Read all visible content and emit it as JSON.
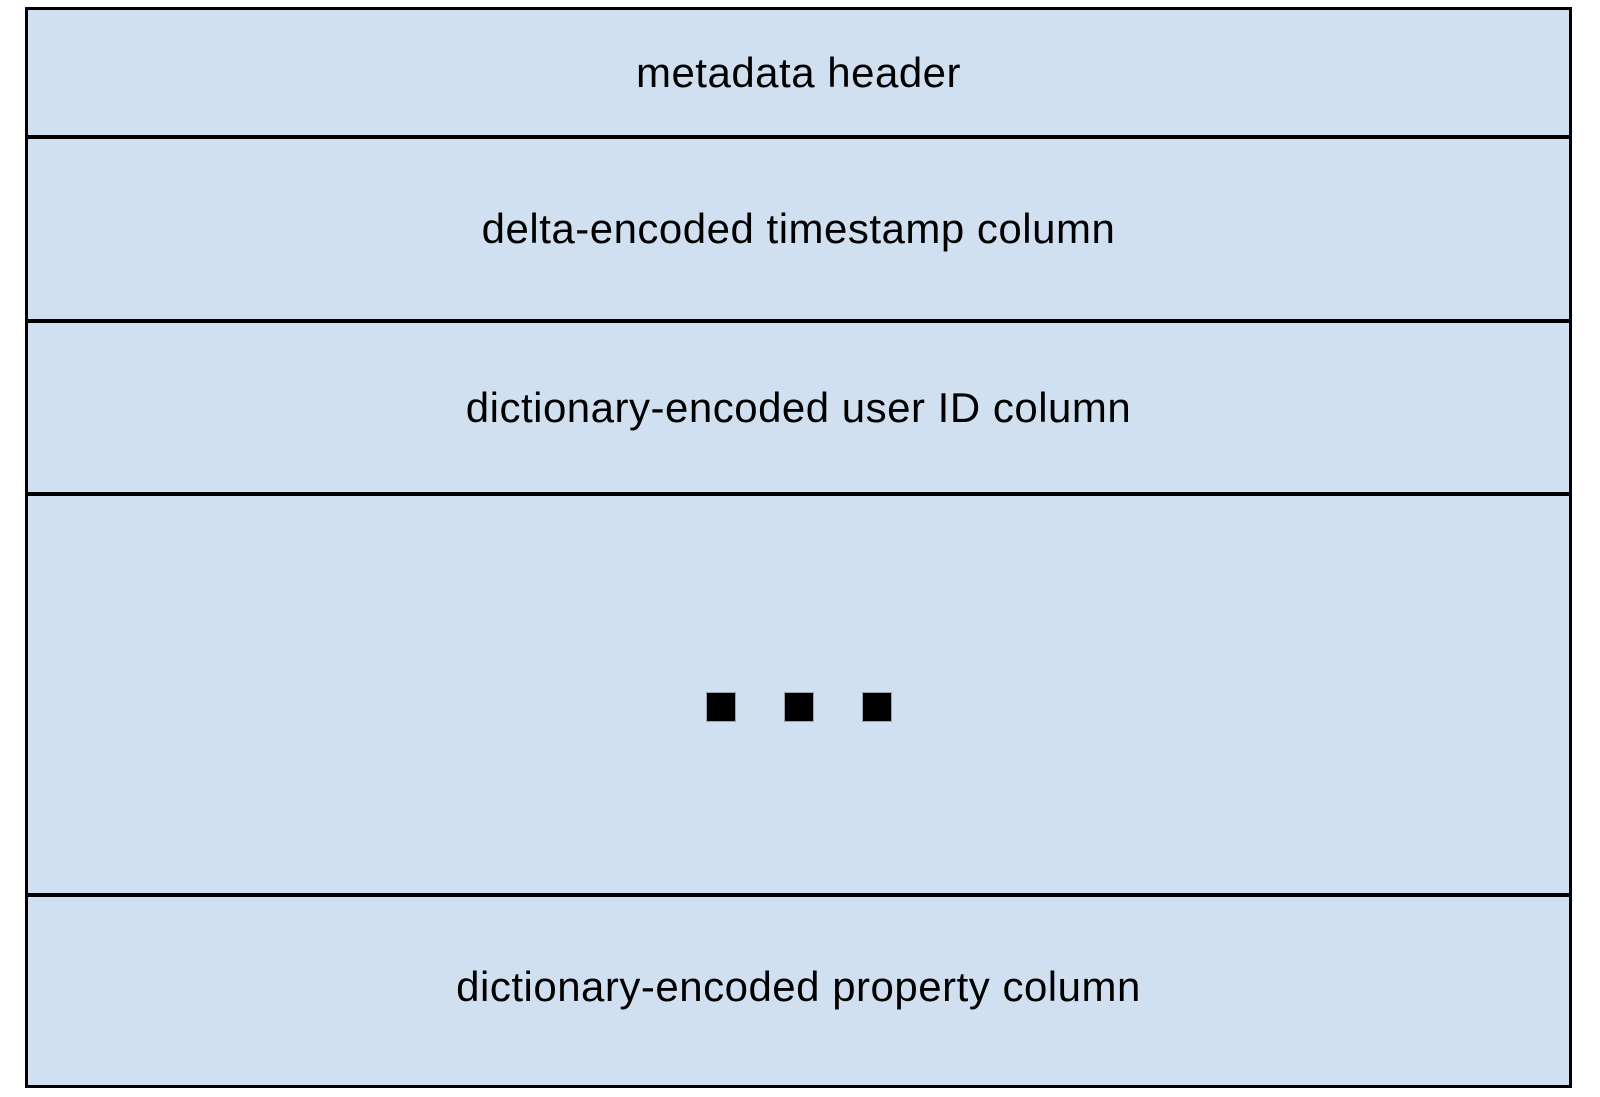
{
  "diagram": {
    "colors": {
      "background": "#ffffff",
      "fill": "#d1e0f0",
      "border": "#000000",
      "text": "#000000"
    },
    "sections": [
      {
        "label": "metadata header"
      },
      {
        "label": "delta-encoded timestamp column"
      },
      {
        "label": "dictionary-encoded user ID column"
      },
      {
        "type": "ellipsis",
        "icon": "ellipsis-squares-icon"
      },
      {
        "label": "dictionary-encoded property column"
      }
    ]
  }
}
